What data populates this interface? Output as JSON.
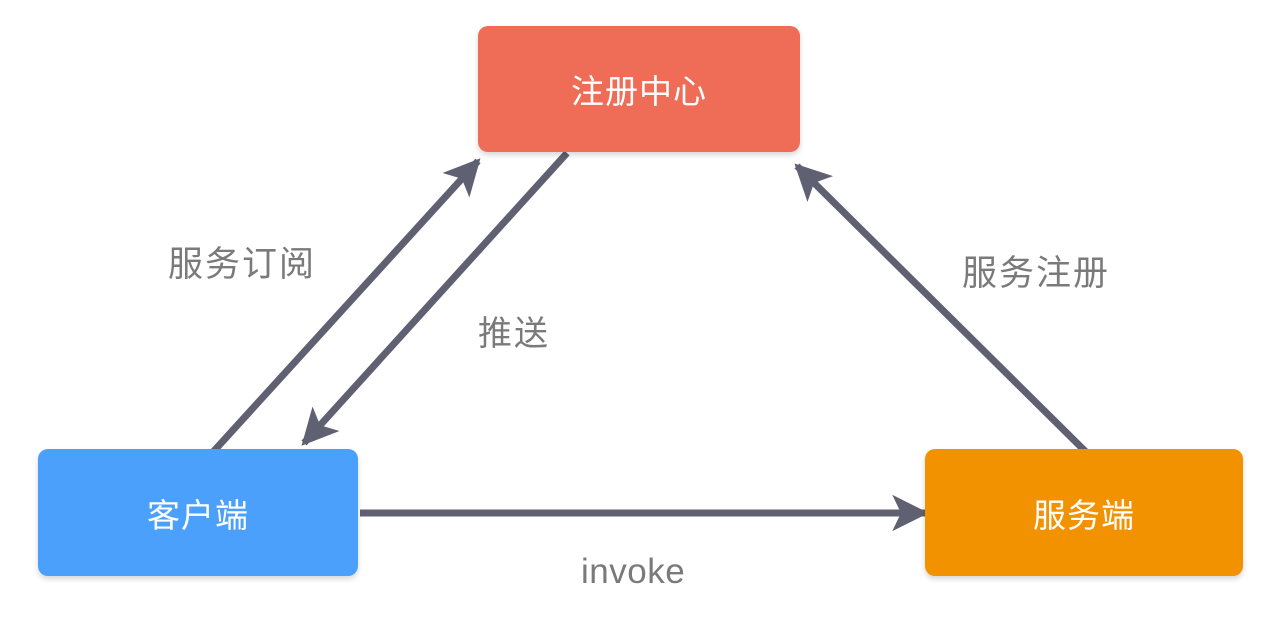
{
  "diagram": {
    "type": "service-registry-architecture-diagram",
    "background_color": "#ffffff",
    "edge_color": "#5f6072",
    "label_color": "#7a7a7a",
    "nodes": [
      {
        "id": "registry",
        "label": "注册中心",
        "color": "#ef6c57",
        "text_color": "#ffffff"
      },
      {
        "id": "client",
        "label": "客户端",
        "color": "#4ba0fb",
        "text_color": "#ffffff"
      },
      {
        "id": "server",
        "label": "服务端",
        "color": "#f29200",
        "text_color": "#ffffff"
      }
    ],
    "edges": [
      {
        "id": "subscribe",
        "label": "服务订阅",
        "from": "client",
        "to": "registry",
        "direction": "client-to-registry"
      },
      {
        "id": "push",
        "label": "推送",
        "from": "registry",
        "to": "client",
        "direction": "registry-to-client"
      },
      {
        "id": "register",
        "label": "服务注册",
        "from": "server",
        "to": "registry",
        "direction": "server-to-registry"
      },
      {
        "id": "invoke",
        "label": "invoke",
        "from": "client",
        "to": "server",
        "direction": "client-to-server"
      }
    ]
  }
}
